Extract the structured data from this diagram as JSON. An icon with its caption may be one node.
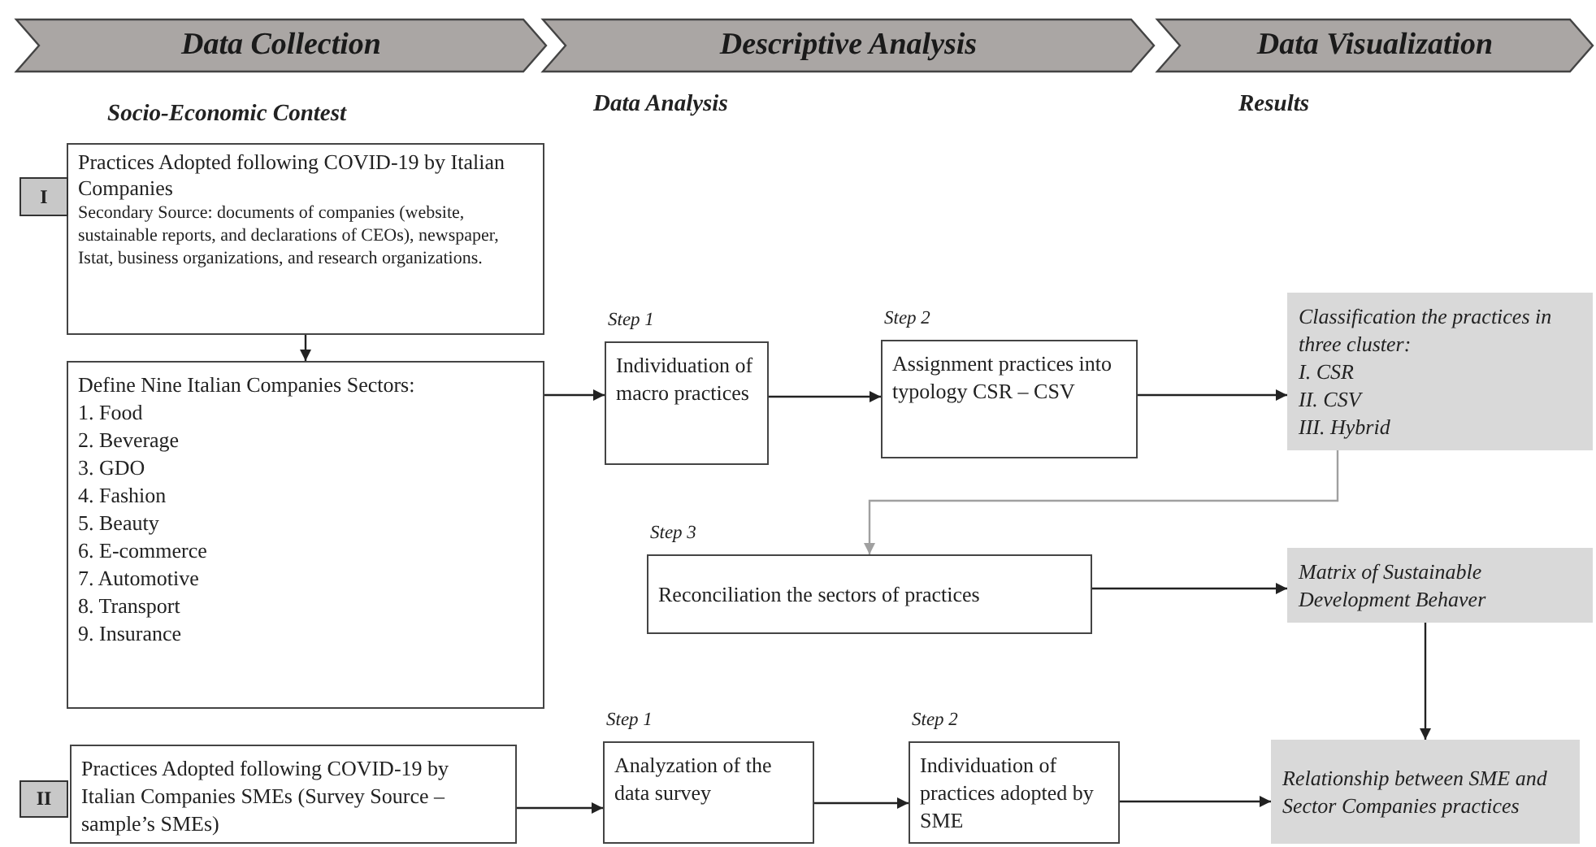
{
  "diagram": {
    "nodes": [
      {
        "text": [
          "Data Collection"
        ]
      },
      {
        "text": [
          "Descriptive Analysis"
        ]
      },
      {
        "text": [
          "Data Visualization"
        ]
      },
      {
        "text": [
          "I"
        ]
      },
      {
        "text": [
          "Practices Adopted following COVID-19 by Italian Companies",
          "Secondary Source: documents of companies (website, sustainable reports, and declarations of CEOs), newspaper, Istat, business organizations, and research organizations."
        ]
      },
      {
        "text": [
          "Define Nine Italian Companies Sectors:",
          "1. Food",
          "2. Beverage",
          "3. GDO",
          "4. Fashion",
          "5. Beauty",
          "6. E-commerce",
          "7. Automotive",
          "8. Transport",
          "9. Insurance"
        ]
      },
      {
        "text": [
          "Individuation of macro practices"
        ],
        "beside": [
          "Step 1"
        ]
      },
      {
        "text": [
          "Assignment practices into typology CSR – CSV"
        ],
        "beside": [
          "Step 2"
        ]
      },
      {
        "text": [
          "Classification the practices in three cluster:",
          "I. CSR",
          "II. CSV",
          "III. Hybrid"
        ]
      },
      {
        "text": [
          "Reconciliation the sectors of practices"
        ],
        "beside": [
          "Step 3"
        ]
      },
      {
        "text": [
          "Matrix of Sustainable Development Behaver"
        ]
      },
      {
        "text": [
          "II"
        ]
      },
      {
        "text": [
          "Practices Adopted following COVID-19 by Italian Companies SMEs (Survey Source – sample’s SMEs)"
        ]
      },
      {
        "text": [
          "Analyzation of the data survey"
        ],
        "beside": [
          "Step 1"
        ]
      },
      {
        "text": [
          "Individuation of practices adopted by SME"
        ],
        "beside": [
          "Step 2"
        ]
      },
      {
        "text": [
          "Relationship between SME and Sector Companies practices"
        ]
      }
    ],
    "edges": [
      {
        "from": 4,
        "to": 5,
        "arrow": "to"
      },
      {
        "from": 5,
        "to": 6,
        "arrow": "to"
      },
      {
        "from": 6,
        "to": 7,
        "arrow": "to"
      },
      {
        "from": 7,
        "to": 8,
        "arrow": "to"
      },
      {
        "from": 8,
        "to": 9,
        "arrow": "to",
        "color": "#a0a0a0"
      },
      {
        "from": 9,
        "to": 10,
        "arrow": "to"
      },
      {
        "from": 10,
        "to": 15,
        "arrow": "to"
      },
      {
        "from": 12,
        "to": 13,
        "arrow": "to"
      },
      {
        "from": 13,
        "to": 14,
        "arrow": "to"
      },
      {
        "from": 14,
        "to": 15,
        "arrow": "to"
      }
    ],
    "labels": [
      "Socio-Economic Contest",
      "Data Analysis",
      "Results"
    ]
  }
}
